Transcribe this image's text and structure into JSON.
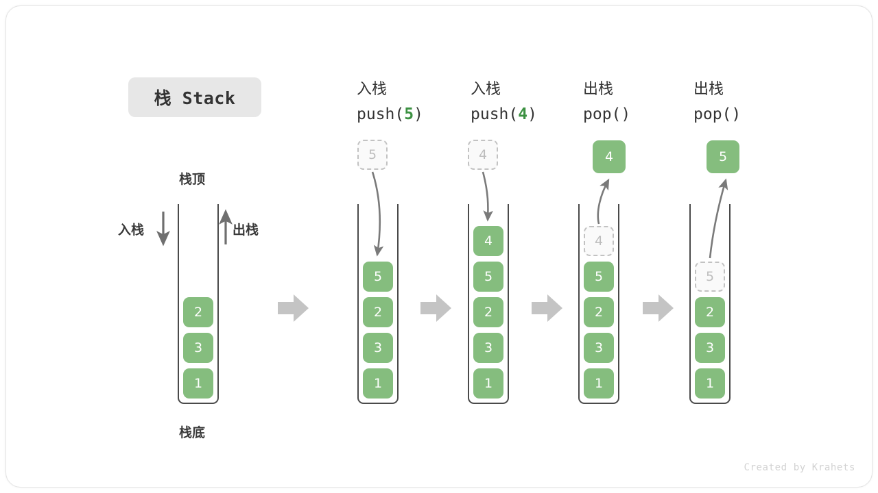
{
  "diagram": {
    "title": "栈 Stack",
    "credit": "Created by Krahets",
    "colors": {
      "element": "#85bd7e",
      "element_text": "#ffffff",
      "ghost_fill": "#fafafa",
      "ghost_border": "#c2c2c2",
      "ghost_text": "#bdbdbd",
      "tube_border": "#4a4a4a",
      "flow_arrow": "#c4c4c4",
      "motion_arrow": "#7a7a7a",
      "accent_text": "#3c9142",
      "title_chip_bg": "#e7e7e7"
    },
    "annotations": {
      "top_label": "栈顶",
      "bottom_label": "栈底",
      "push_label": "入栈",
      "pop_label": "出栈",
      "push_arrow_icon": "arrow-down-icon",
      "pop_arrow_icon": "arrow-up-icon",
      "flow_arrow_icon": "arrow-right-icon"
    },
    "stages": [
      {
        "id": "initial",
        "header_zh": "",
        "header_code": "",
        "header_code_prefix": "",
        "header_highlight": "",
        "header_code_suffix": "",
        "stack": [
          "2",
          "3",
          "1"
        ],
        "ghost_top": "",
        "floating": "",
        "motion": "none"
      },
      {
        "id": "push-5",
        "header_zh": "入栈",
        "header_code": "push(5)",
        "header_code_prefix": "push(",
        "header_highlight": "5",
        "header_code_suffix": ")",
        "stack": [
          "5",
          "2",
          "3",
          "1"
        ],
        "ghost_above": "5",
        "ghost_top": "",
        "floating": "",
        "motion": "in"
      },
      {
        "id": "push-4",
        "header_zh": "入栈",
        "header_code": "push(4)",
        "header_code_prefix": "push(",
        "header_highlight": "4",
        "header_code_suffix": ")",
        "stack": [
          "4",
          "5",
          "2",
          "3",
          "1"
        ],
        "ghost_above": "4",
        "ghost_top": "",
        "floating": "",
        "motion": "in"
      },
      {
        "id": "pop-4",
        "header_zh": "出栈",
        "header_code": "pop()",
        "header_code_prefix": "pop()",
        "header_highlight": "",
        "header_code_suffix": "",
        "stack": [
          "5",
          "2",
          "3",
          "1"
        ],
        "ghost_top": "4",
        "floating": "4",
        "motion": "out"
      },
      {
        "id": "pop-5",
        "header_zh": "出栈",
        "header_code": "pop()",
        "header_code_prefix": "pop()",
        "header_highlight": "",
        "header_code_suffix": "",
        "stack": [
          "2",
          "3",
          "1"
        ],
        "ghost_top": "5",
        "floating": "5",
        "motion": "out"
      }
    ]
  }
}
